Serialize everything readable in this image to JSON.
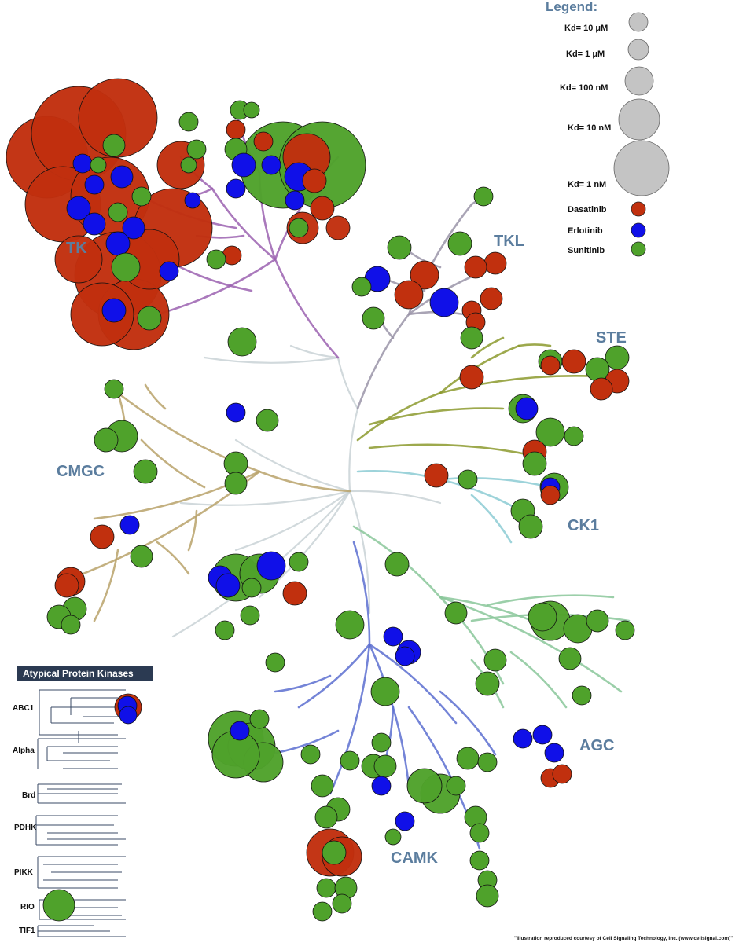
{
  "legend": {
    "title": "Legend:",
    "kd_labels": [
      "Kd= 10 μM",
      "Kd= 1 μM",
      "Kd= 100 nM",
      "Kd= 10 nM",
      "Kd= 1 nM"
    ],
    "drugs": [
      {
        "name": "Dasatinib",
        "color": "#c1300e"
      },
      {
        "name": "Erlotinib",
        "color": "#1010e8"
      },
      {
        "name": "Sunitinib",
        "color": "#4fa22b"
      }
    ],
    "size_color": "#c4c4c4"
  },
  "families": [
    "TK",
    "TKL",
    "STE",
    "CK1",
    "AGC",
    "CAMK",
    "CMGC"
  ],
  "atypical": {
    "title": "Atypical Protein Kinases",
    "groups": [
      "ABC1",
      "Alpha",
      "Brd",
      "PDHK",
      "PIKK",
      "RIO",
      "TIF1"
    ]
  },
  "branch_colors": {
    "TK": "#9b62b0",
    "TKL": "#9a94a8",
    "STE": "#8c9a2e",
    "CK1": "#8ccbd4",
    "AGC": "#8ac79a",
    "CAMK": "#5c6ed0",
    "CMGC": "#b8a26a",
    "center": "#c9d2d6"
  },
  "credit": "\"Illustration reproduced courtesy of Cell Signaling Technology, Inc. (www.cellsignal.com)\""
}
